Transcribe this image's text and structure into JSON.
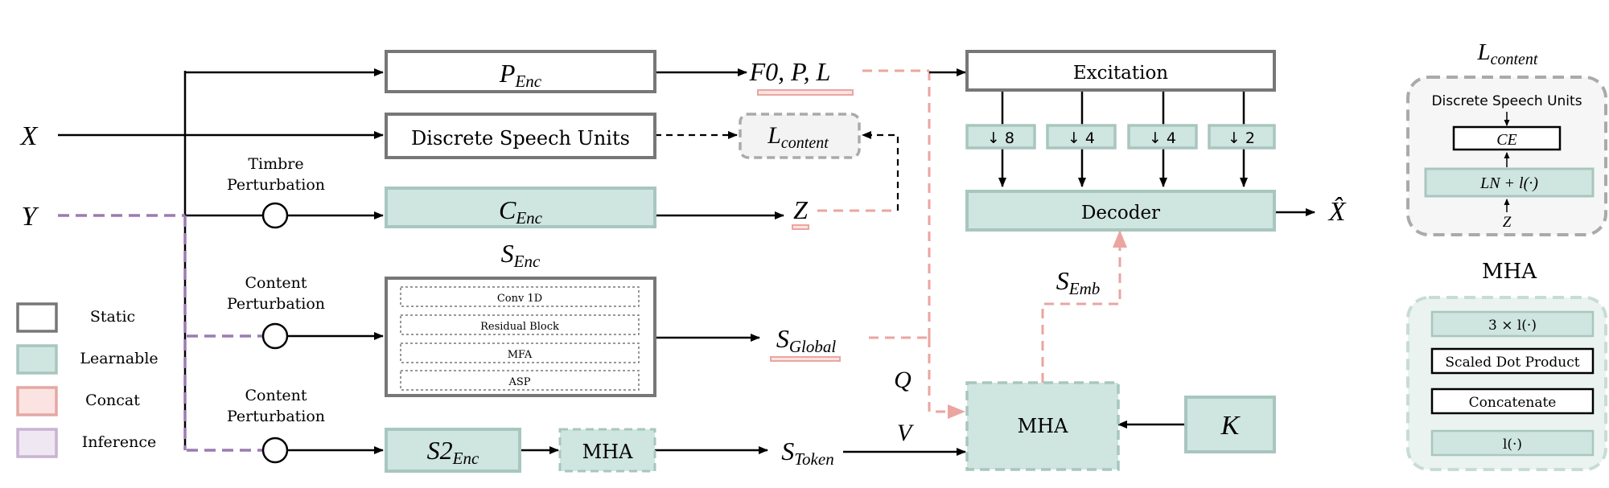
{
  "inputs": {
    "x": "X",
    "y": "Y"
  },
  "perturbations": {
    "timbre": [
      "Timbre",
      "Perturbation"
    ],
    "content1": [
      "Content",
      "Perturbation"
    ],
    "content2": [
      "Content",
      "Perturbation"
    ]
  },
  "encoders": {
    "p_enc": {
      "main": "P",
      "sub": "Enc"
    },
    "dsu": "Discrete Speech Units",
    "c_enc": {
      "main": "C",
      "sub": "Enc"
    },
    "s_enc": {
      "main": "S",
      "sub": "Enc",
      "layers": [
        "Conv 1D",
        "Residual Block",
        "MFA",
        "ASP"
      ]
    },
    "s2_enc": {
      "main": "S2",
      "sub": "Enc"
    },
    "mha_small": "MHA"
  },
  "signals": {
    "f0pl": "F0, P, L",
    "l_content": {
      "main": "L",
      "sub": "content"
    },
    "z": "Z",
    "s_global": {
      "main": "S",
      "sub": "Global"
    },
    "s_token": {
      "main": "S",
      "sub": "Token"
    },
    "q": "Q",
    "v": "V",
    "s_emb": {
      "main": "S",
      "sub": "Emb"
    },
    "x_hat": "X̂"
  },
  "decoder_side": {
    "excitation": "Excitation",
    "downsample": [
      "↓ 8",
      "↓ 4",
      "↓ 4",
      "↓ 2"
    ],
    "decoder": "Decoder",
    "mha": "MHA",
    "k": "K"
  },
  "legend": {
    "items": [
      {
        "label": "Static",
        "fill": "#ffffff",
        "stroke": "#777777"
      },
      {
        "label": "Learnable",
        "fill": "#cfe5df",
        "stroke": "#a8c6bf"
      },
      {
        "label": "Concat",
        "fill": "#fbe3e1",
        "stroke": "#e4a8a4"
      },
      {
        "label": "Inference",
        "fill": "#efe7f2",
        "stroke": "#c8b4d2"
      }
    ]
  },
  "inset_lcontent": {
    "title": {
      "main": "L",
      "sub": "content"
    },
    "dsu": "Discrete Speech Units",
    "ce": "CE",
    "ln": "LN + l(·)",
    "z": "Z"
  },
  "inset_mha": {
    "title": "MHA",
    "layers": [
      "3 × l(·)",
      "Scaled Dot Product",
      "Concatenate",
      "l(·)"
    ]
  },
  "colors": {
    "static_stroke": "#777777",
    "learnable_fill": "#cfe5df",
    "learnable_stroke": "#a8c6bf",
    "concat_line": "#eba5a0",
    "inference_line": "#9b7bb0",
    "dashed_gray": "#aaaaaa",
    "arrow": "#000000"
  }
}
